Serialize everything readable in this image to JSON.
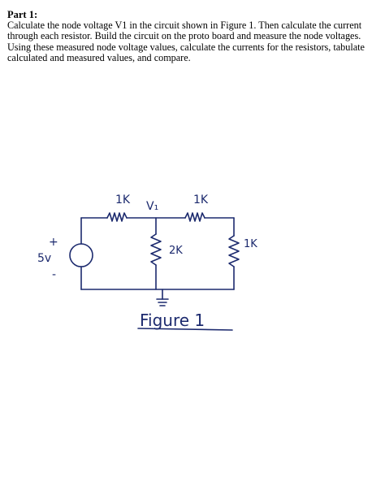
{
  "document": {
    "heading": "Part 1:",
    "instructions": "Calculate the node voltage V1 in the circuit shown in Figure 1.  Then calculate the current through each resistor.  Build the circuit on the proto board and measure the node voltages.  Using these measured node voltage values, calculate the currents for the resistors, tabulate calculated and measured values, and compare."
  },
  "figure": {
    "caption": "Figure 1",
    "node_label": "V₁",
    "resistor_left": "1K",
    "resistor_right_series": "1K",
    "resistor_middle": "2K",
    "resistor_right_shunt": "1K",
    "source_value": "5v",
    "source_plus": "+",
    "source_minus": "-",
    "ink_color": "#1c2a6e"
  }
}
